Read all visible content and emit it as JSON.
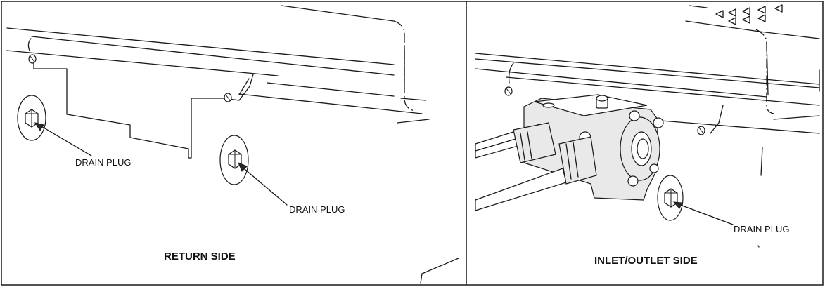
{
  "panels": {
    "left": {
      "caption": "RETURN SIDE",
      "callouts": [
        "DRAIN PLUG",
        "DRAIN PLUG"
      ]
    },
    "right": {
      "caption": "INLET/OUTLET SIDE",
      "callouts": [
        "DRAIN PLUG"
      ]
    }
  }
}
